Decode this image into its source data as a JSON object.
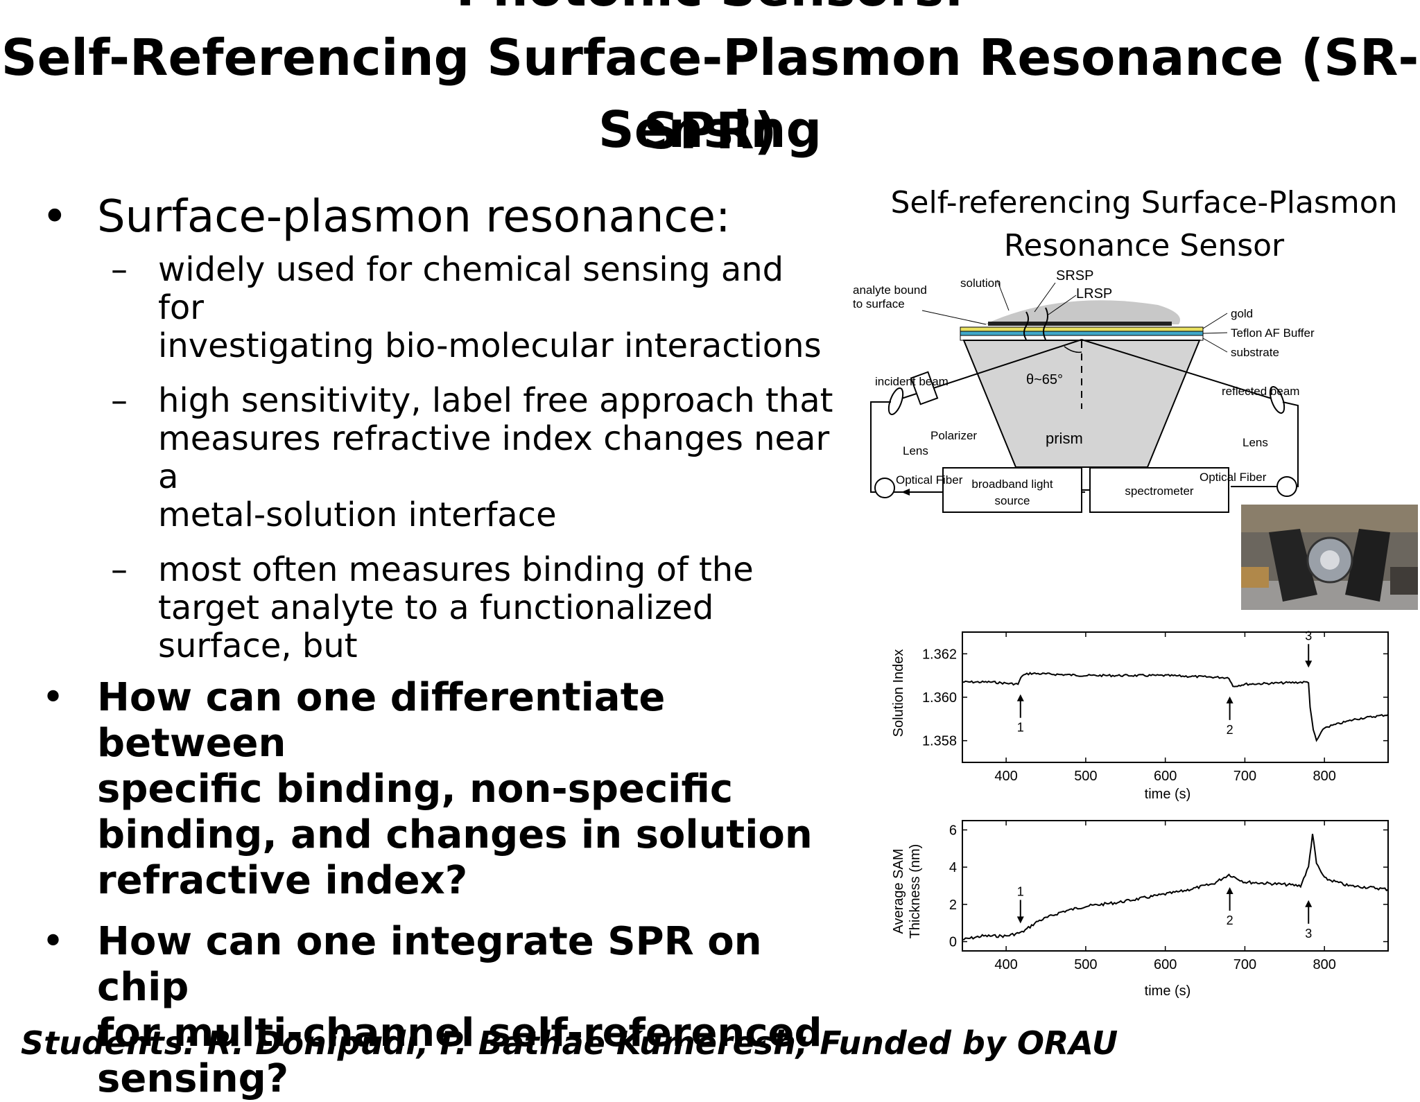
{
  "title": {
    "line0": "Photonic Sensors:",
    "line1": "Self-Referencing Surface-Plasmon Resonance (SR-SPR)",
    "line2": "Sensing"
  },
  "bullets": {
    "main": "Surface-plasmon resonance:",
    "sub": [
      [
        "widely used for chemical sensing and for",
        "investigating bio-molecular interactions"
      ],
      [
        "high sensitivity, label free approach that",
        "measures refractive index changes near a",
        "metal-solution interface"
      ],
      [
        "most often measures binding of the",
        "target analyte to a functionalized",
        "surface, but"
      ]
    ],
    "questions": [
      [
        "How can one differentiate between",
        "specific binding, non-specific",
        "binding, and changes in solution",
        "refractive index?"
      ],
      [
        "How can one integrate SPR on chip",
        "for multi-channel self-referenced",
        "sensing?"
      ]
    ]
  },
  "diagram": {
    "caption": [
      "Self-referencing Surface-Plasmon",
      "Resonance Sensor"
    ],
    "labels": {
      "analyte": [
        "analyte bound",
        "to surface"
      ],
      "solution": "solution",
      "srsp": "SRSP",
      "lrsp": "LRSP",
      "gold": "gold",
      "teflon": "Teflon AF Buffer",
      "substrate": "substrate",
      "incident": "incident beam",
      "angle": "θ~65°",
      "reflected": "reflected beam",
      "polarizer": "Polarizer",
      "lens_left": "Lens",
      "lens_right": "Lens",
      "prism": "prism",
      "fiber_left": "Optical Fiber",
      "fiber_right": "Optical Fiber",
      "source": [
        "broadband light",
        "source"
      ],
      "spectrometer": "spectrometer"
    }
  },
  "chart_data": [
    {
      "type": "line",
      "xlabel": "time (s)",
      "ylabel": "Solution Index",
      "xlim": [
        345,
        880
      ],
      "ylim": [
        1.357,
        1.363
      ],
      "xticks": [
        "400",
        "500",
        "600",
        "700",
        "800"
      ],
      "yticks": [
        "1.358",
        "1.360",
        "1.362"
      ],
      "annotations": [
        "1",
        "2",
        "3"
      ],
      "series": [
        {
          "x": [
            345,
            380,
            415,
            420,
            430,
            500,
            600,
            680,
            685,
            700,
            780,
            782,
            786,
            790,
            800,
            820,
            840,
            860,
            880
          ],
          "y": [
            1.3607,
            1.3607,
            1.3606,
            1.361,
            1.3611,
            1.361,
            1.361,
            1.3609,
            1.3605,
            1.3606,
            1.3607,
            1.3595,
            1.3585,
            1.358,
            1.3586,
            1.3588,
            1.359,
            1.3591,
            1.3592
          ]
        }
      ]
    },
    {
      "type": "line",
      "xlabel": "time (s)",
      "ylabel": "Average SAM Thickness (nm)",
      "xlim": [
        345,
        880
      ],
      "ylim": [
        -0.5,
        6.5
      ],
      "xticks": [
        "400",
        "500",
        "600",
        "700",
        "800"
      ],
      "yticks": [
        "0",
        "2",
        "4",
        "6"
      ],
      "annotations": [
        "1",
        "2",
        "3"
      ],
      "series": [
        {
          "x": [
            345,
            370,
            400,
            420,
            440,
            470,
            500,
            540,
            580,
            620,
            660,
            680,
            700,
            740,
            770,
            780,
            785,
            790,
            800,
            830,
            860,
            880
          ],
          "y": [
            0.1,
            0.3,
            0.3,
            0.5,
            1.1,
            1.6,
            1.9,
            2.1,
            2.4,
            2.7,
            3.1,
            3.6,
            3.2,
            3.1,
            3.0,
            4.0,
            5.8,
            4.2,
            3.4,
            3.0,
            2.9,
            2.8
          ]
        }
      ]
    }
  ]
}
